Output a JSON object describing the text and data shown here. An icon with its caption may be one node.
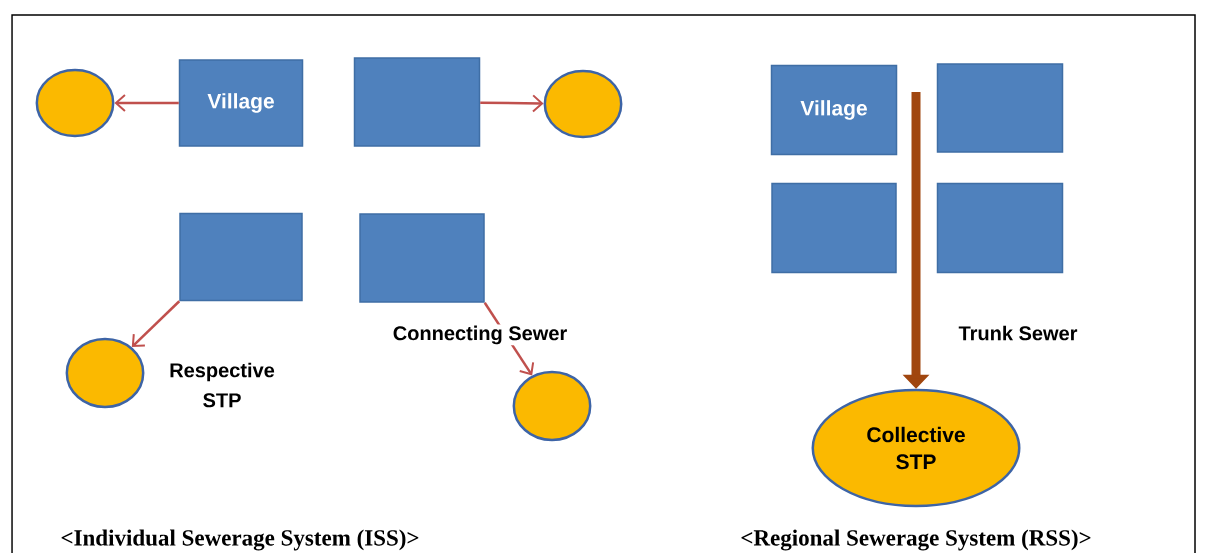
{
  "diagram": {
    "nodes": [
      {
        "text": [
          "Village"
        ]
      },
      {
        "text": [],
        "shape": "circle"
      },
      {
        "text": [],
        "shape": "box"
      },
      {
        "text": [],
        "shape": "circle"
      },
      {
        "text": [],
        "shape": "box"
      },
      {
        "text": [],
        "shape": "circle",
        "beside": [
          "Respective STP"
        ]
      },
      {
        "text": [],
        "shape": "box"
      },
      {
        "text": [],
        "shape": "circle"
      },
      {
        "text": [
          "Village"
        ]
      },
      {
        "text": [],
        "shape": "box"
      },
      {
        "text": [],
        "shape": "box"
      },
      {
        "text": [],
        "shape": "box"
      },
      {
        "text": [
          "Collective STP"
        ]
      }
    ],
    "edges": [
      {
        "from": 0,
        "to": 1,
        "arrow": "to"
      },
      {
        "from": 2,
        "to": 3,
        "arrow": "to"
      },
      {
        "from": 4,
        "to": 5,
        "arrow": "to"
      },
      {
        "from": 6,
        "to": 7,
        "arrow": "to",
        "label": "Connecting Sewer"
      },
      {
        "from": null,
        "to": 12,
        "arrow": "to",
        "label": "Trunk Sewer",
        "style": "thick",
        "color": "#a0460f"
      }
    ],
    "labels": [
      "<Individual Sewerage System (ISS)>",
      "<Regional Sewerage System (RSS)>"
    ]
  }
}
